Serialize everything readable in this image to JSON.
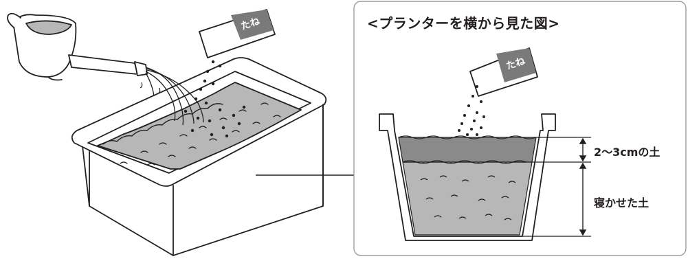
{
  "panel": {
    "title": "<プランターを横から見た図>"
  },
  "labels": {
    "top_soil": "2〜3cmの土",
    "base_soil": "寝かせた土"
  },
  "seed_packet": {
    "text": "たね"
  },
  "colors": {
    "line": "#231f20",
    "soil_fill": "#b7b7b7",
    "top_soil_fill": "#8a8a8a",
    "panel_border": "#9d9d9d",
    "packet_fill": "#7a7a7a"
  },
  "icons": [
    "watering-can-icon",
    "seed-packet-icon",
    "planter-icon",
    "planter-cross-section-icon",
    "dimension-arrow-icon"
  ]
}
